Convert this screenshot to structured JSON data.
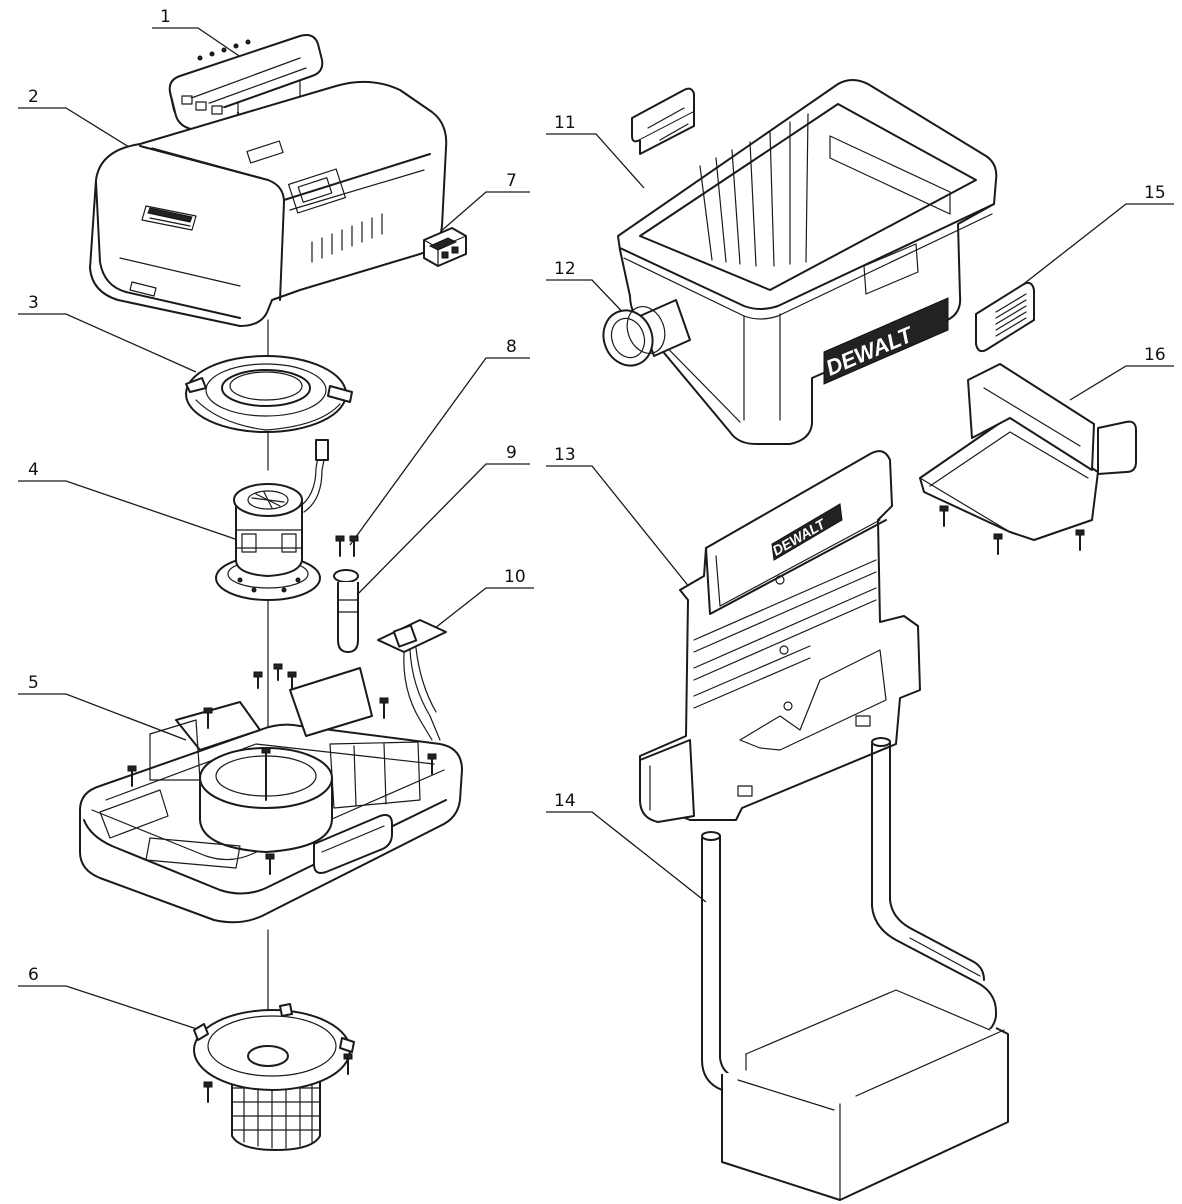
{
  "callouts": [
    {
      "id": "1",
      "text": "1"
    },
    {
      "id": "2",
      "text": "2"
    },
    {
      "id": "3",
      "text": "3"
    },
    {
      "id": "4",
      "text": "4"
    },
    {
      "id": "5",
      "text": "5"
    },
    {
      "id": "6",
      "text": "6"
    },
    {
      "id": "7",
      "text": "7"
    },
    {
      "id": "8",
      "text": "8"
    },
    {
      "id": "9",
      "text": "9"
    },
    {
      "id": "10",
      "text": "10"
    },
    {
      "id": "11",
      "text": "11"
    },
    {
      "id": "12",
      "text": "12"
    },
    {
      "id": "13",
      "text": "13"
    },
    {
      "id": "14",
      "text": "14"
    },
    {
      "id": "15",
      "text": "15"
    },
    {
      "id": "16",
      "text": "16"
    }
  ],
  "branding": {
    "tank_logo": "DEWALT",
    "panel_logo": "DEWALT"
  },
  "colors": {
    "line": "#1a1a1a",
    "background": "#ffffff"
  }
}
